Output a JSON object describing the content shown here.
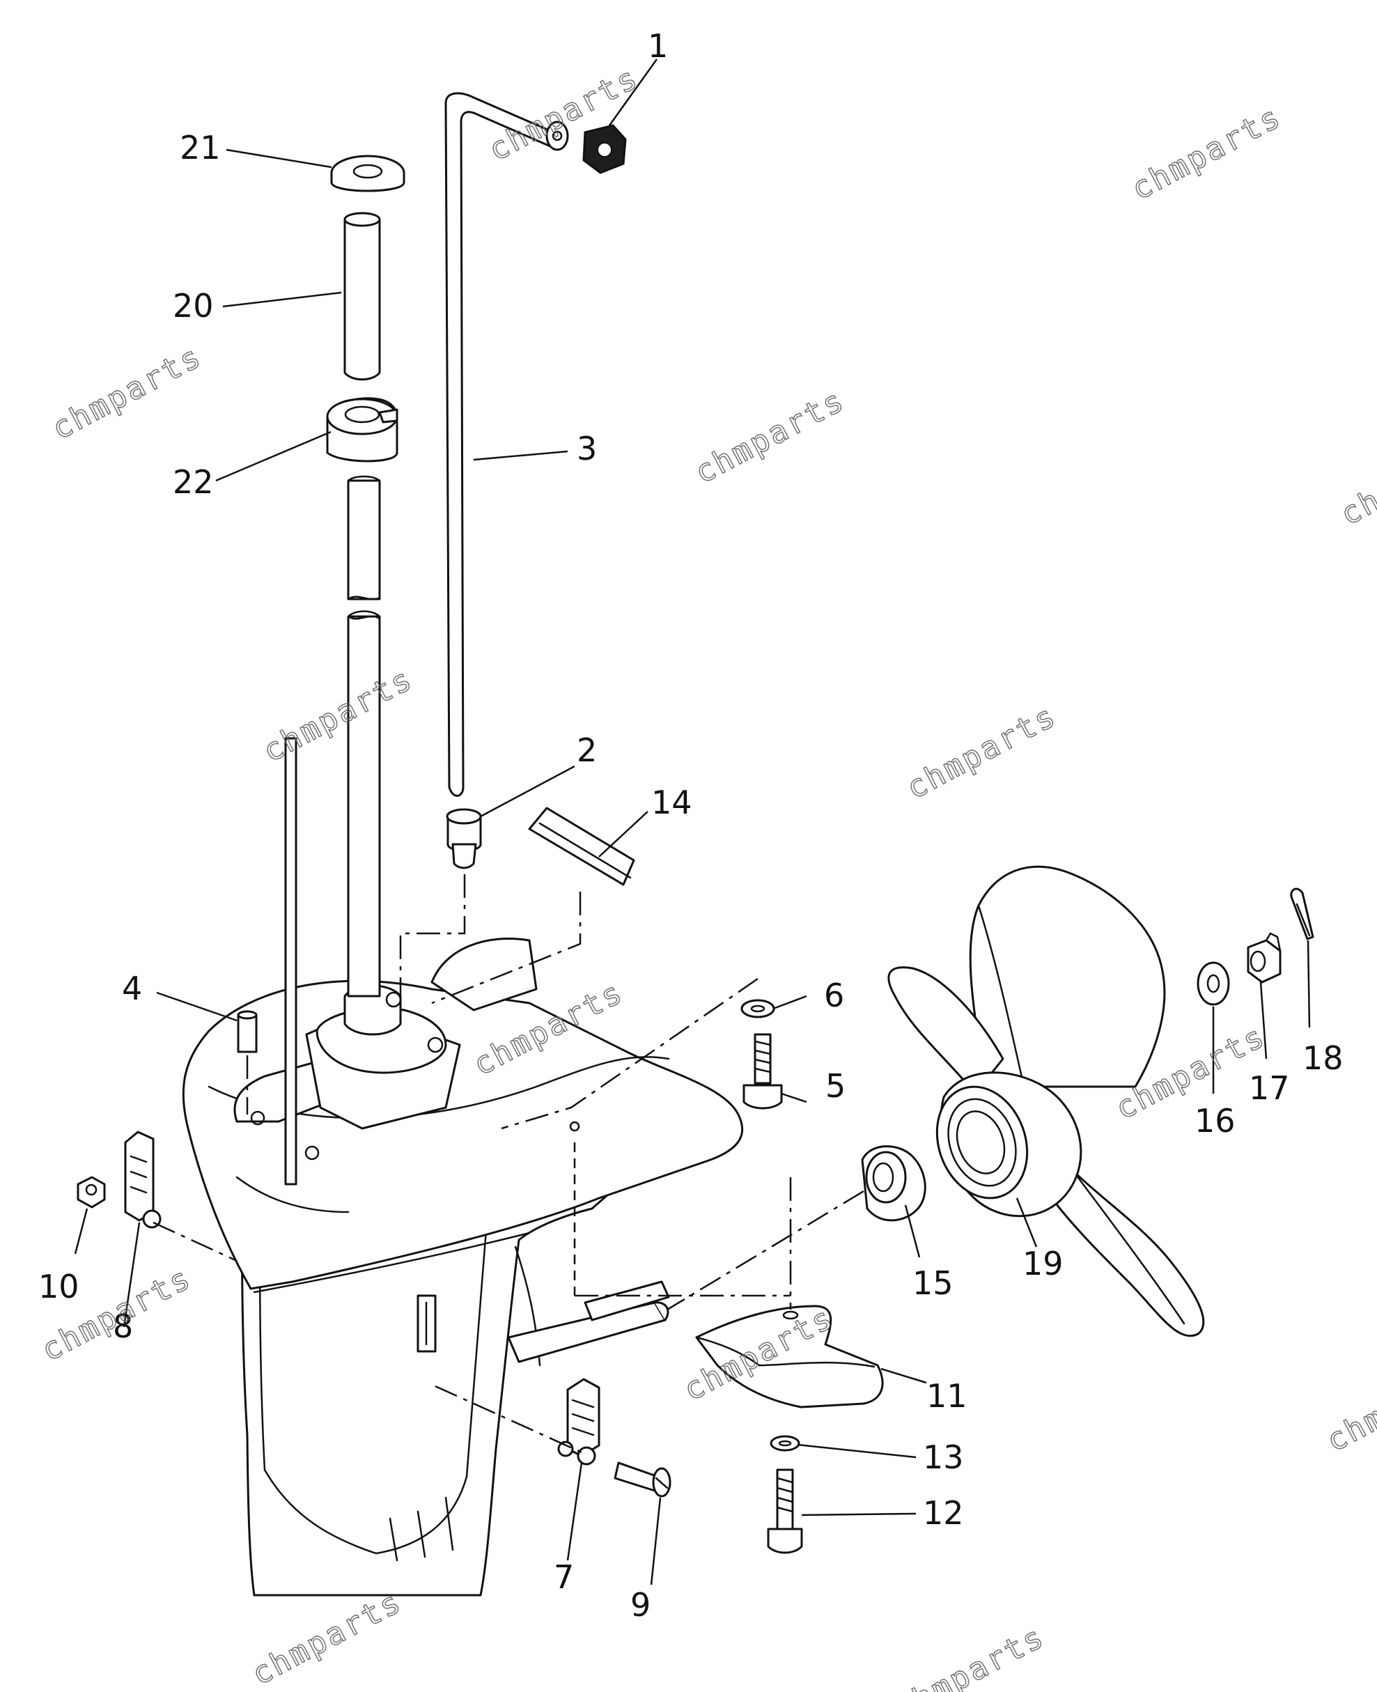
{
  "diagram": {
    "callouts": [
      "1",
      "2",
      "3",
      "4",
      "5",
      "6",
      "7",
      "8",
      "9",
      "10",
      "11",
      "12",
      "13",
      "14",
      "15",
      "16",
      "17",
      "18",
      "19",
      "20",
      "21",
      "22"
    ],
    "watermark": "chmparts"
  },
  "colors": {
    "line": "#111111",
    "background": "#ffffff",
    "watermark": "#6a6a6a"
  }
}
